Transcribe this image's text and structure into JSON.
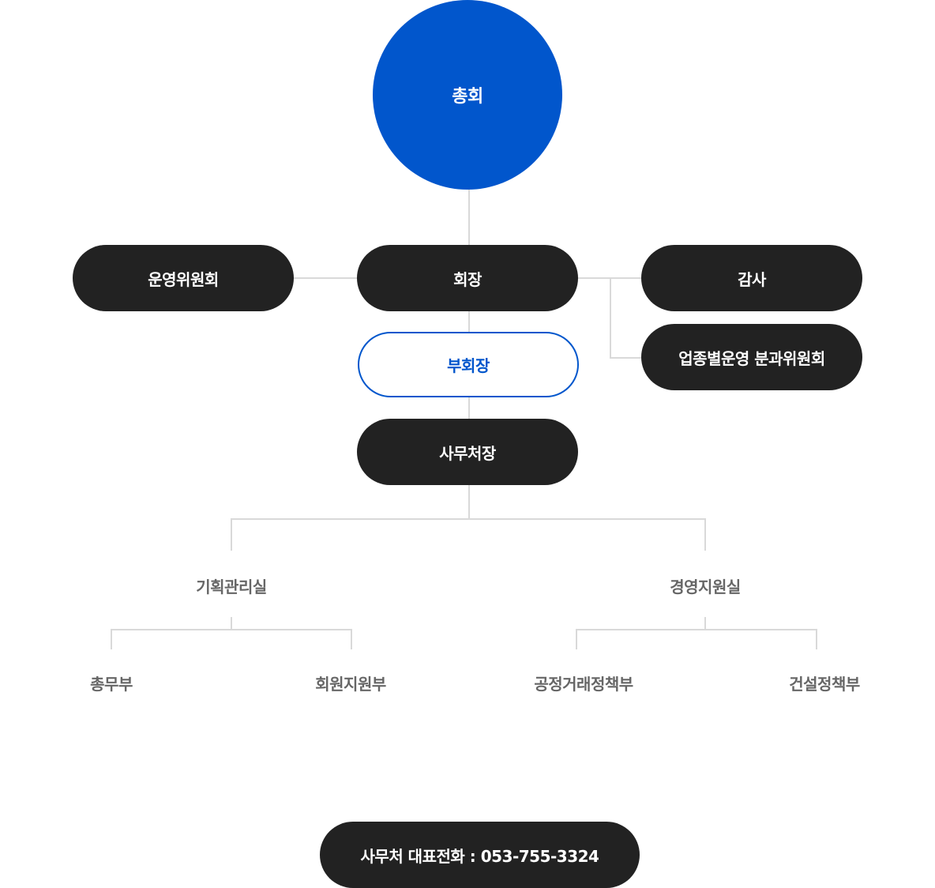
{
  "colors": {
    "primary": "#0156cc",
    "dark": "#222222",
    "connector": "#d9d9d9",
    "muted": "#666666"
  },
  "org": {
    "general_assembly": "총회",
    "operating_committee": "운영위원회",
    "chairman": "회장",
    "auditor": "감사",
    "vice_chairman": "부회장",
    "industry_committee": "업종별운영 분과위원회",
    "secretary_general": "사무처장",
    "planning_office": "기획관리실",
    "management_office": "경영지원실",
    "general_affairs": "총무부",
    "member_support": "회원지원부",
    "fair_trade_policy": "공정거래정책부",
    "construction_policy": "건설정책부"
  },
  "contact": {
    "label": "사무처 대표전화 : 053-755-3324"
  }
}
